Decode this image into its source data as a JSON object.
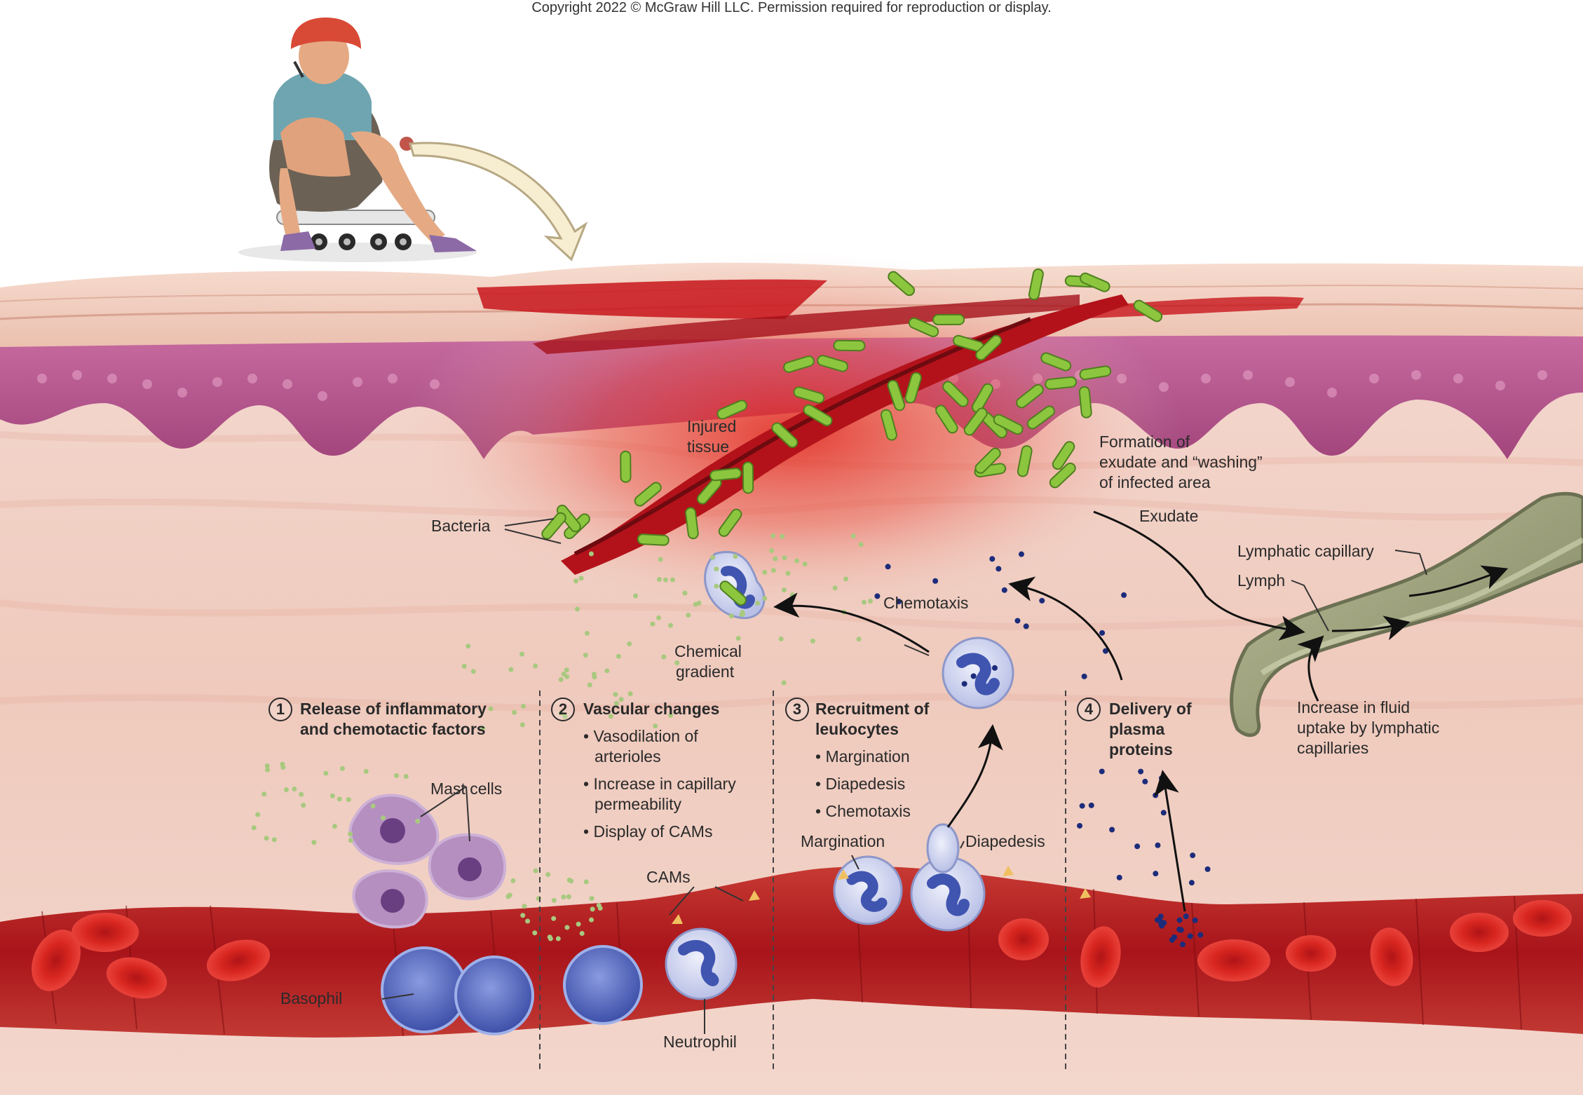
{
  "copyright": "Copyright 2022 © McGraw Hill LLC. Permission required for reproduction or display.",
  "labels": {
    "injured_tissue": [
      "Injured",
      "tissue"
    ],
    "bacteria": "Bacteria",
    "chemical_gradient": [
      "Chemical",
      "gradient"
    ],
    "chemotaxis": "Chemotaxis",
    "exudate_formation": [
      "Formation of",
      "exudate and “washing”",
      "of infected area"
    ],
    "exudate": "Exudate",
    "lymphatic_capillary": "Lymphatic capillary",
    "lymph": "Lymph",
    "fluid_uptake": [
      "Increase in fluid",
      "uptake by lymphatic",
      "capillaries"
    ],
    "mast_cells": "Mast cells",
    "basophil": "Basophil",
    "neutrophil": "Neutrophil",
    "cams": "CAMs",
    "margination": "Margination",
    "diapedesis": "Diapedesis"
  },
  "steps": [
    {
      "number": "1",
      "title": [
        "Release of inflammatory",
        "and chemotactic factors"
      ],
      "bullets": []
    },
    {
      "number": "2",
      "title": [
        "Vascular changes"
      ],
      "bullets": [
        [
          "Vasodilation of",
          "arterioles"
        ],
        [
          "Increase in capillary",
          "permeability"
        ],
        [
          "Display of CAMs"
        ]
      ]
    },
    {
      "number": "3",
      "title": [
        "Recruitment of",
        "leukocytes"
      ],
      "bullets": [
        [
          "Margination"
        ],
        [
          "Diapedesis"
        ],
        [
          "Chemotaxis"
        ]
      ]
    },
    {
      "number": "4",
      "title": [
        "Delivery of",
        "plasma",
        "proteins"
      ],
      "bullets": []
    }
  ],
  "colors": {
    "tissue": "#f1cfc6",
    "epidermis": "#b8568f",
    "wound": "#c8151b",
    "bacteria": "#8cc63f",
    "blood_vessel": "#b81f24",
    "red_blood_cell": "#d92a27",
    "leukocyte": "#5a6fc4",
    "mast_cell": "#b58fc0",
    "lymphatic": "#9aa07a",
    "plasma_protein": "#1c2c7a",
    "chemical": "#a8c97f"
  },
  "icons": [
    "skateboarder-child-illustration",
    "curved-arrow-icon"
  ]
}
